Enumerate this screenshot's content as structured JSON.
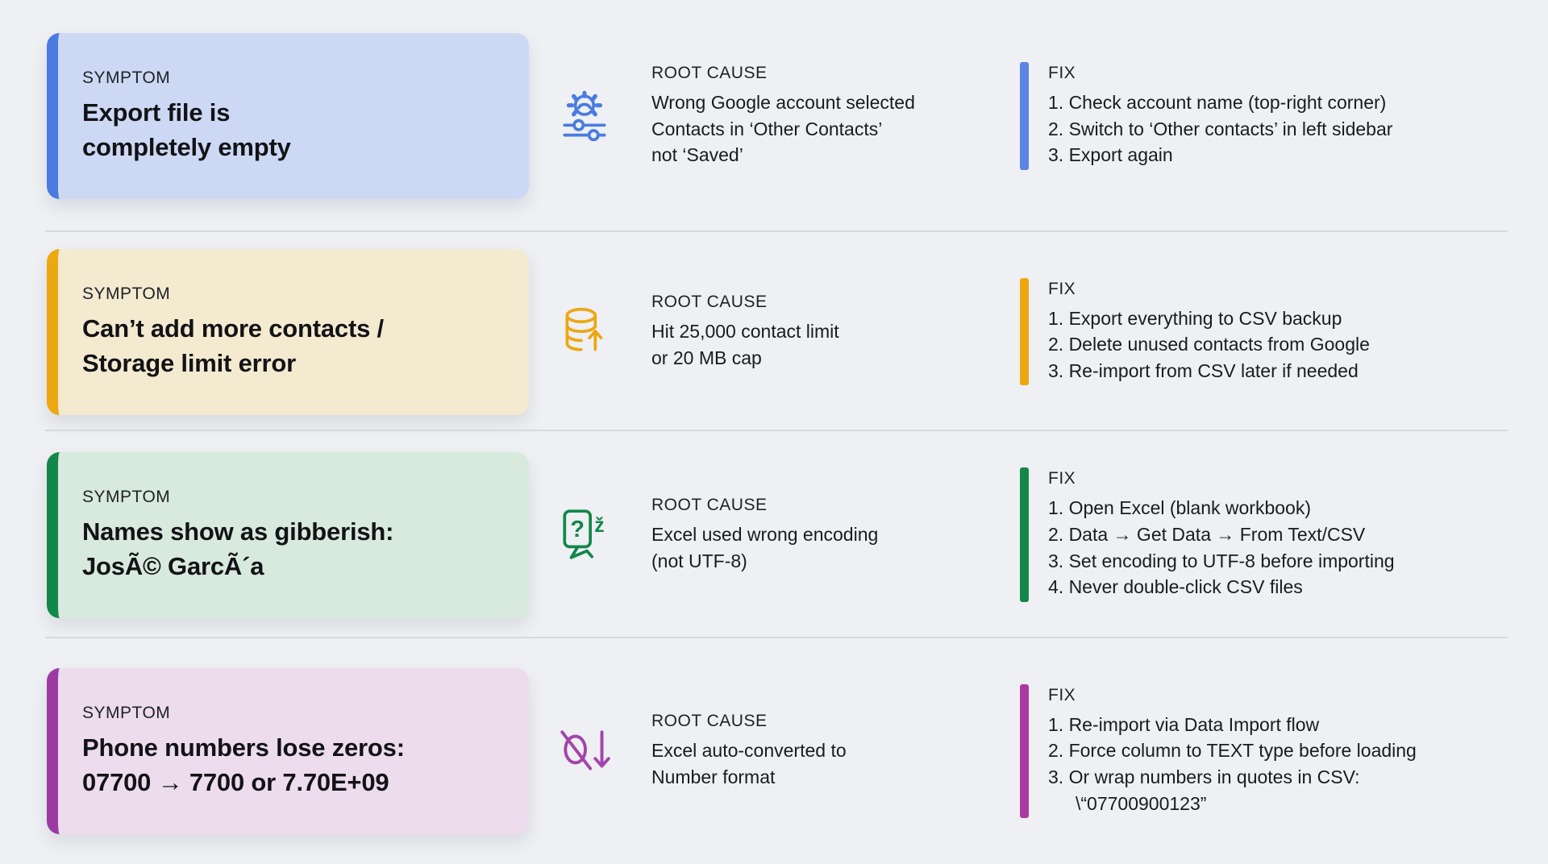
{
  "labels": {
    "symptom": "SYMPTOM",
    "root_cause": "ROOT CAUSE",
    "fix": "FIX"
  },
  "colors": {
    "page_bg": "#eef0f3",
    "divider": "#d8d9da",
    "text": "#17181b",
    "row_accents": [
      "#4a7be0",
      "#eda713",
      "#128749",
      "#a83ba5"
    ],
    "card_backgrounds": [
      "#cdd9f4",
      "#f3ead0",
      "#d8e9dd",
      "#ecdcee"
    ]
  },
  "rows": [
    {
      "accent": "#4a7be0",
      "card_bg": "#cdd9f4",
      "icon": "gear-sliders-icon",
      "symptom_lines": [
        "Export file is",
        "completely empty"
      ],
      "cause_lines": [
        "Wrong Google account selected",
        "Contacts in ‘Other Contacts’",
        "not ‘Saved’"
      ],
      "fix_steps": [
        "1. Check account name (top-right corner)",
        "2. Switch to ‘Other contacts’ in left sidebar",
        "3. Export again"
      ]
    },
    {
      "accent": "#eda713",
      "card_bg": "#f3ead0",
      "icon": "database-limit-icon",
      "symptom_lines": [
        "Can’t add more contacts /",
        "Storage limit error"
      ],
      "cause_lines": [
        "Hit 25,000 contact limit",
        "or 20 MB cap"
      ],
      "fix_steps": [
        "1. Export everything to CSV backup",
        "2. Delete unused contacts from Google",
        "3. Re-import from CSV later if needed"
      ]
    },
    {
      "accent": "#128749",
      "card_bg": "#d8e9dd",
      "icon": "encoding-question-icon",
      "symptom_lines": [
        "Names show as gibberish:",
        "JosÃ© GarcÃ´a"
      ],
      "cause_lines": [
        "Excel used wrong encoding",
        "(not UTF-8)"
      ],
      "fix_steps": [
        "1. Open Excel (blank workbook)",
        "2. Data → Get Data → From Text/CSV",
        "3. Set encoding to UTF-8 before importing",
        "4. Never double-click CSV files"
      ]
    },
    {
      "accent": "#a83ba5",
      "card_bg": "#ecdcee",
      "icon": "zero-slash-icon",
      "symptom_lines": [
        "Phone numbers lose zeros:",
        "07700 → 7700 or 7.70E+09"
      ],
      "cause_lines": [
        "Excel auto-converted to",
        "Number format"
      ],
      "fix_steps": [
        "1. Re-import via Data Import flow",
        "2. Force column to TEXT type before loading",
        "3. Or wrap numbers in quotes in CSV:\n\\“07700900123”"
      ]
    }
  ]
}
